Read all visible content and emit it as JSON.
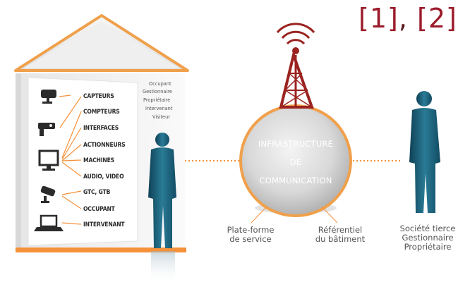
{
  "reference": {
    "left": "[1]",
    "sep": ", ",
    "right": "[2]"
  },
  "house": {
    "items": [
      "CAPTEURS",
      "COMPTEURS",
      "INTERFACES",
      "ACTIONNEURS",
      "MACHINES",
      "AUDIO, VIDEO",
      "GTC, GTB",
      "OCCUPANT",
      "INTERVENANT"
    ],
    "roles": [
      "Occupant",
      "Gestionnaire",
      "Propriétaire",
      "Intervenant",
      "Visiteur"
    ]
  },
  "hub": {
    "line1": "INFRASTRUCTURE",
    "line2": "DE",
    "line3": "COMMUNICATION"
  },
  "captions": {
    "platform": [
      "Plate-forme",
      "de service"
    ],
    "reference": [
      "Référentiel",
      "du bâtiment"
    ],
    "third": [
      "Société tierce",
      "Gestionnaire",
      "Propriétaire"
    ]
  },
  "colors": {
    "orange": "#f0a04b",
    "accent": "#f4913a",
    "teal": "#1d5f78",
    "ref": "#9b1b2a"
  }
}
